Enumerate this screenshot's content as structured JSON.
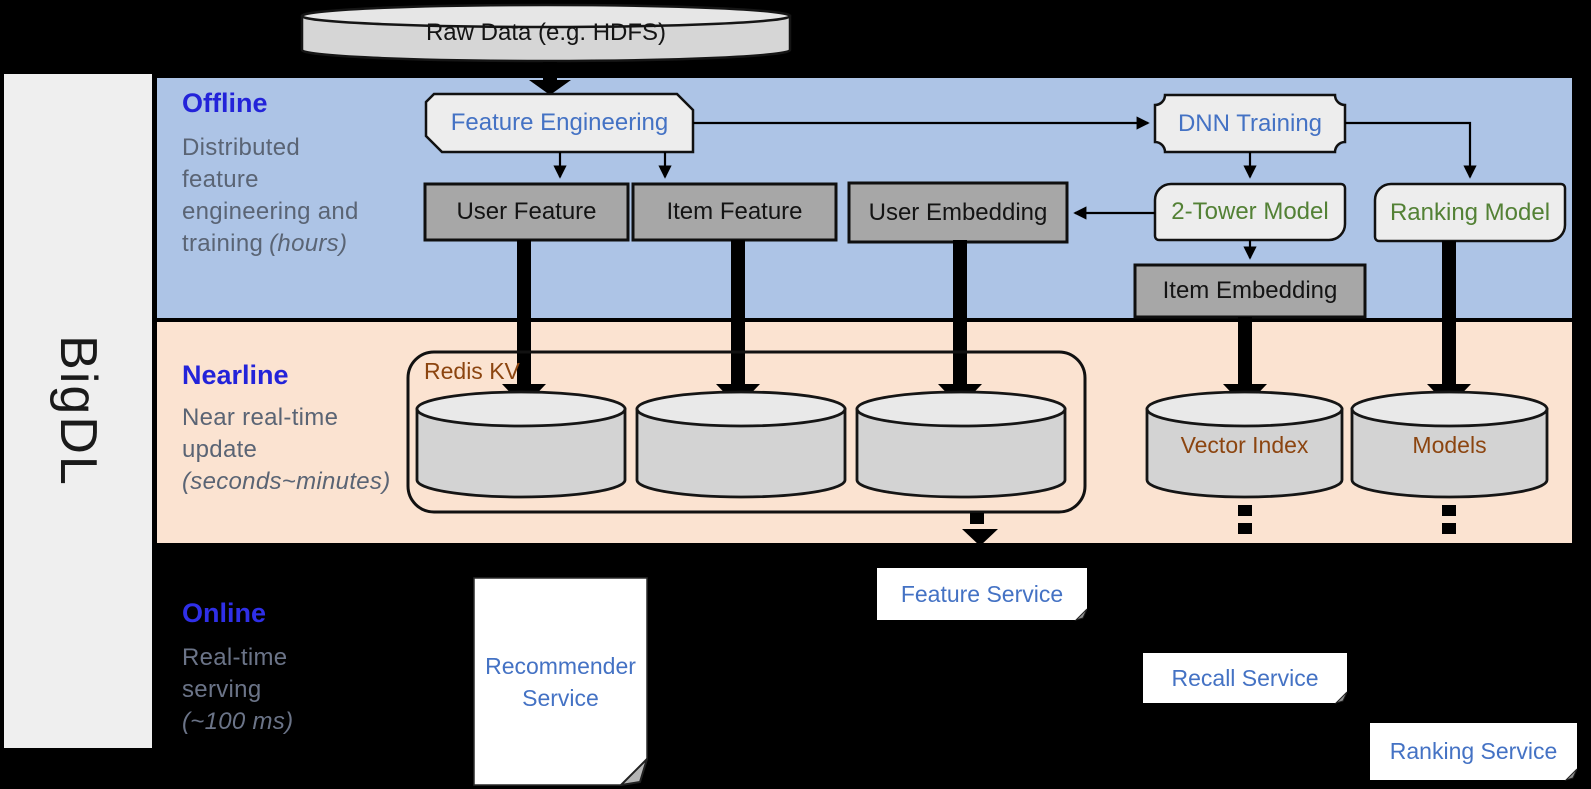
{
  "colors": {
    "background": "#000000",
    "band_offline": "#adc4e6",
    "band_nearline": "#fbe3d1",
    "sidebar_bg": "#efefef",
    "node_light_fill": "#ededed",
    "node_dark_fill": "#a7a7a7",
    "cylinder_fill": "#d3d3d3",
    "label_blue": "#4472c4",
    "label_green": "#538135",
    "label_brown": "#8c4510",
    "section_title_blue": "#2323d9",
    "desc_gray": "#5a6474"
  },
  "sidebar": {
    "brand": "BigDL"
  },
  "top": {
    "raw_data": "Raw Data (e.g. HDFS)"
  },
  "sections": {
    "offline": {
      "title": "Offline",
      "desc_lines": [
        "Distributed",
        "feature",
        "engineering and"
      ],
      "desc_tail": "training",
      "desc_tail_italic": "(hours)"
    },
    "nearline": {
      "title": "Nearline",
      "desc_lines": [
        "Near real-time",
        "update"
      ],
      "desc_tail": "",
      "desc_tail_italic": "(seconds~minutes)"
    },
    "online": {
      "title": "Online",
      "desc_lines": [
        "Real-time",
        "serving"
      ],
      "desc_tail": "",
      "desc_tail_italic": "(~100 ms)"
    }
  },
  "nodes": {
    "feature_engineering": "Feature Engineering",
    "dnn_training": "DNN Training",
    "user_feature": "User Feature",
    "item_feature": "Item Feature",
    "user_embedding": "User Embedding",
    "two_tower_model": "2-Tower Model",
    "ranking_model": "Ranking Model",
    "item_embedding": "Item Embedding",
    "redis_kv": "Redis KV",
    "vector_index": "Vector Index",
    "models": "Models",
    "feature_service": "Feature Service",
    "recall_service": "Recall Service",
    "ranking_service": "Ranking Service",
    "recommender_service_line1": "Recommender",
    "recommender_service_line2": "Service"
  }
}
